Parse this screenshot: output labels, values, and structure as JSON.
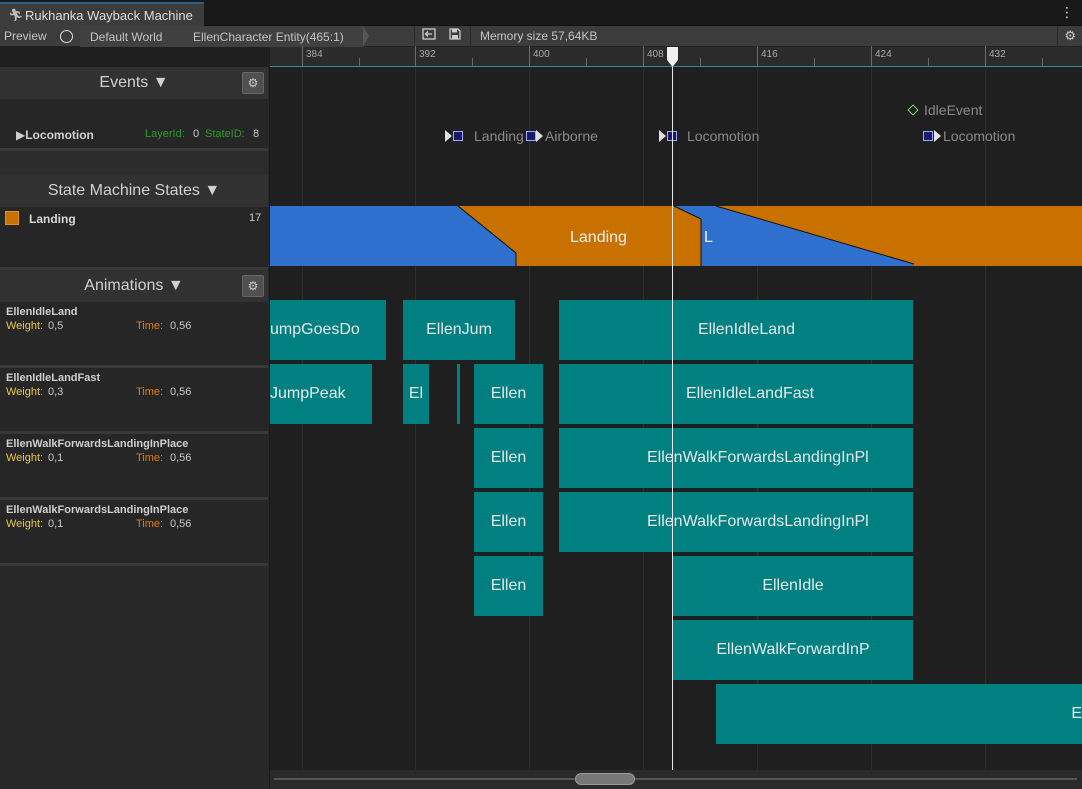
{
  "window": {
    "tab_title": "Rukhanka Wayback Machine",
    "tab_icon": "runner-icon",
    "menu_icon": "kebab-icon"
  },
  "toolbar": {
    "preview_label": "Preview",
    "world": "Default World",
    "entity": "EllenCharacter Entity(465:1)",
    "memory_label": "Memory size 57,64KB",
    "buttons": [
      "step-back-icon",
      "save-icon",
      "gear-icon"
    ]
  },
  "ruler": {
    "labels": [
      "384",
      "392",
      "400",
      "408",
      "416",
      "424",
      "432"
    ]
  },
  "left": {
    "events_header": "Events ▼",
    "locomotion": {
      "name": "▶Locomotion",
      "layer_key": "LayerId:",
      "layer_val": "0",
      "state_key": "StateID:",
      "state_val": "8"
    },
    "states_header": "State Machine States ▼",
    "state": {
      "name": "Landing",
      "value": "17",
      "color": "#c87000"
    },
    "animations_header": "Animations ▼",
    "animations": [
      {
        "name": "EllenIdleLand",
        "weight_key": "Weight:",
        "weight": "0,5",
        "time_key": "Time:",
        "time": "0,56"
      },
      {
        "name": "EllenIdleLandFast",
        "weight_key": "Weight:",
        "weight": "0,3",
        "time_key": "Time:",
        "time": "0,56"
      },
      {
        "name": "EllenWalkForwardsLandingInPlace",
        "weight_key": "Weight:",
        "weight": "0,1",
        "time_key": "Time:",
        "time": "0,56"
      },
      {
        "name": "EllenWalkForwardsLandingInPlace",
        "weight_key": "Weight:",
        "weight": "0,1",
        "time_key": "Time:",
        "time": "0,56"
      }
    ]
  },
  "timeline": {
    "events": [
      "IdleEvent",
      "Landing",
      "Airborne",
      "Locomotion",
      "Locomotion"
    ],
    "states": [
      "Landing",
      "L"
    ],
    "clips": [
      "umpGoesDo",
      "EllenJum",
      "EllenIdleLand",
      "JumpPeak",
      "El",
      "Ellen",
      "EllenIdleLandFast",
      "Ellen",
      "EllenWalkForwardsLandingInPl",
      "Ellen",
      "EllenWalkForwardsLandingInPl",
      "Ellen",
      "EllenIdle",
      "EllenWalkForwardInP",
      "E"
    ]
  },
  "colors": {
    "weight": "#e8c84a",
    "time": "#e07a10",
    "layer": "#2e9a2e",
    "state_blue": "#2f6fce",
    "state_orange": "#c87000",
    "clip_teal": "#008080",
    "accent": "#3a86a8"
  }
}
